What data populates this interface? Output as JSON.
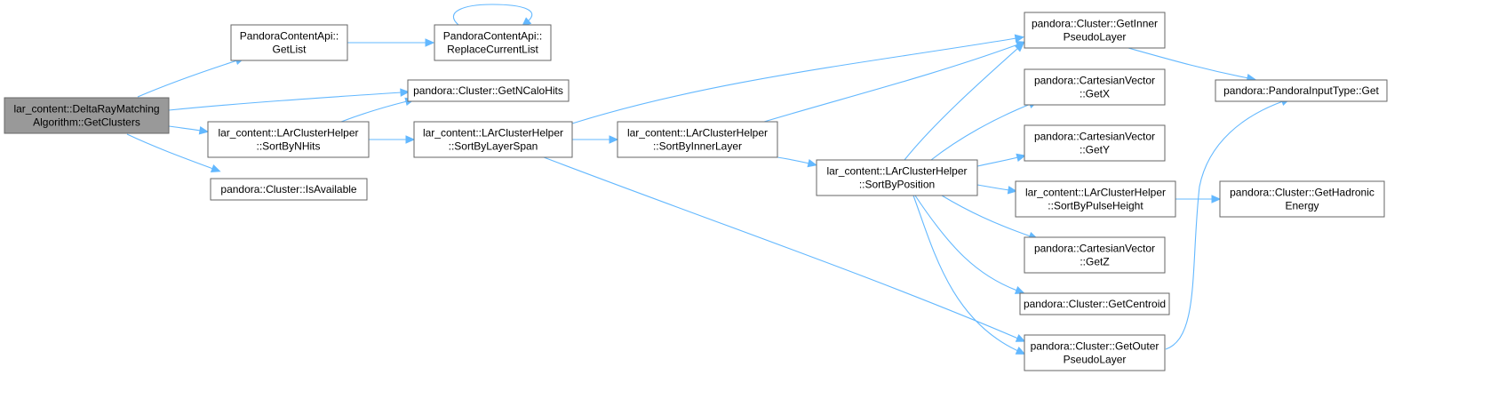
{
  "graph": {
    "nodes": [
      {
        "id": "root",
        "lines": [
          "lar_content::DeltaRayMatching",
          "Algorithm::GetClusters"
        ],
        "root": true
      },
      {
        "id": "getlist",
        "lines": [
          "PandoraContentApi::",
          "GetList"
        ]
      },
      {
        "id": "replace",
        "lines": [
          "PandoraContentApi::",
          "ReplaceCurrentList"
        ]
      },
      {
        "id": "ncalohits",
        "lines": [
          "pandora::Cluster::GetNCaloHits"
        ]
      },
      {
        "id": "sortbynhits",
        "lines": [
          "lar_content::LArClusterHelper",
          "::SortByNHits"
        ]
      },
      {
        "id": "isavailable",
        "lines": [
          "pandora::Cluster::IsAvailable"
        ]
      },
      {
        "id": "layerspan",
        "lines": [
          "lar_content::LArClusterHelper",
          "::SortByLayerSpan"
        ]
      },
      {
        "id": "innerlayer",
        "lines": [
          "lar_content::LArClusterHelper",
          "::SortByInnerLayer"
        ]
      },
      {
        "id": "position",
        "lines": [
          "lar_content::LArClusterHelper",
          "::SortByPosition"
        ]
      },
      {
        "id": "innerpseudo",
        "lines": [
          "pandora::Cluster::GetInner",
          "PseudoLayer"
        ]
      },
      {
        "id": "getx",
        "lines": [
          "pandora::CartesianVector",
          "::GetX"
        ]
      },
      {
        "id": "gety",
        "lines": [
          "pandora::CartesianVector",
          "::GetY"
        ]
      },
      {
        "id": "pulseheight",
        "lines": [
          "lar_content::LArClusterHelper",
          "::SortByPulseHeight"
        ]
      },
      {
        "id": "getz",
        "lines": [
          "pandora::CartesianVector",
          "::GetZ"
        ]
      },
      {
        "id": "centroid",
        "lines": [
          "pandora::Cluster::GetCentroid"
        ]
      },
      {
        "id": "outerpseudo",
        "lines": [
          "pandora::Cluster::GetOuter",
          "PseudoLayer"
        ]
      },
      {
        "id": "inputtype",
        "lines": [
          "pandora::PandoraInputType::Get"
        ]
      },
      {
        "id": "hadronic",
        "lines": [
          "pandora::Cluster::GetHadronic",
          "Energy"
        ]
      }
    ],
    "edges": [
      {
        "from": "root",
        "to": "getlist"
      },
      {
        "from": "root",
        "to": "ncalohits"
      },
      {
        "from": "root",
        "to": "sortbynhits"
      },
      {
        "from": "root",
        "to": "isavailable"
      },
      {
        "from": "getlist",
        "to": "replace"
      },
      {
        "from": "replace",
        "to": "replace"
      },
      {
        "from": "sortbynhits",
        "to": "ncalohits"
      },
      {
        "from": "sortbynhits",
        "to": "layerspan"
      },
      {
        "from": "layerspan",
        "to": "innerpseudo"
      },
      {
        "from": "layerspan",
        "to": "innerlayer"
      },
      {
        "from": "layerspan",
        "to": "outerpseudo"
      },
      {
        "from": "innerlayer",
        "to": "innerpseudo"
      },
      {
        "from": "innerlayer",
        "to": "position"
      },
      {
        "from": "position",
        "to": "innerpseudo"
      },
      {
        "from": "position",
        "to": "getx"
      },
      {
        "from": "position",
        "to": "gety"
      },
      {
        "from": "position",
        "to": "pulseheight"
      },
      {
        "from": "position",
        "to": "getz"
      },
      {
        "from": "position",
        "to": "centroid"
      },
      {
        "from": "position",
        "to": "outerpseudo"
      },
      {
        "from": "innerpseudo",
        "to": "inputtype"
      },
      {
        "from": "outerpseudo",
        "to": "inputtype"
      },
      {
        "from": "pulseheight",
        "to": "hadronic"
      }
    ]
  }
}
